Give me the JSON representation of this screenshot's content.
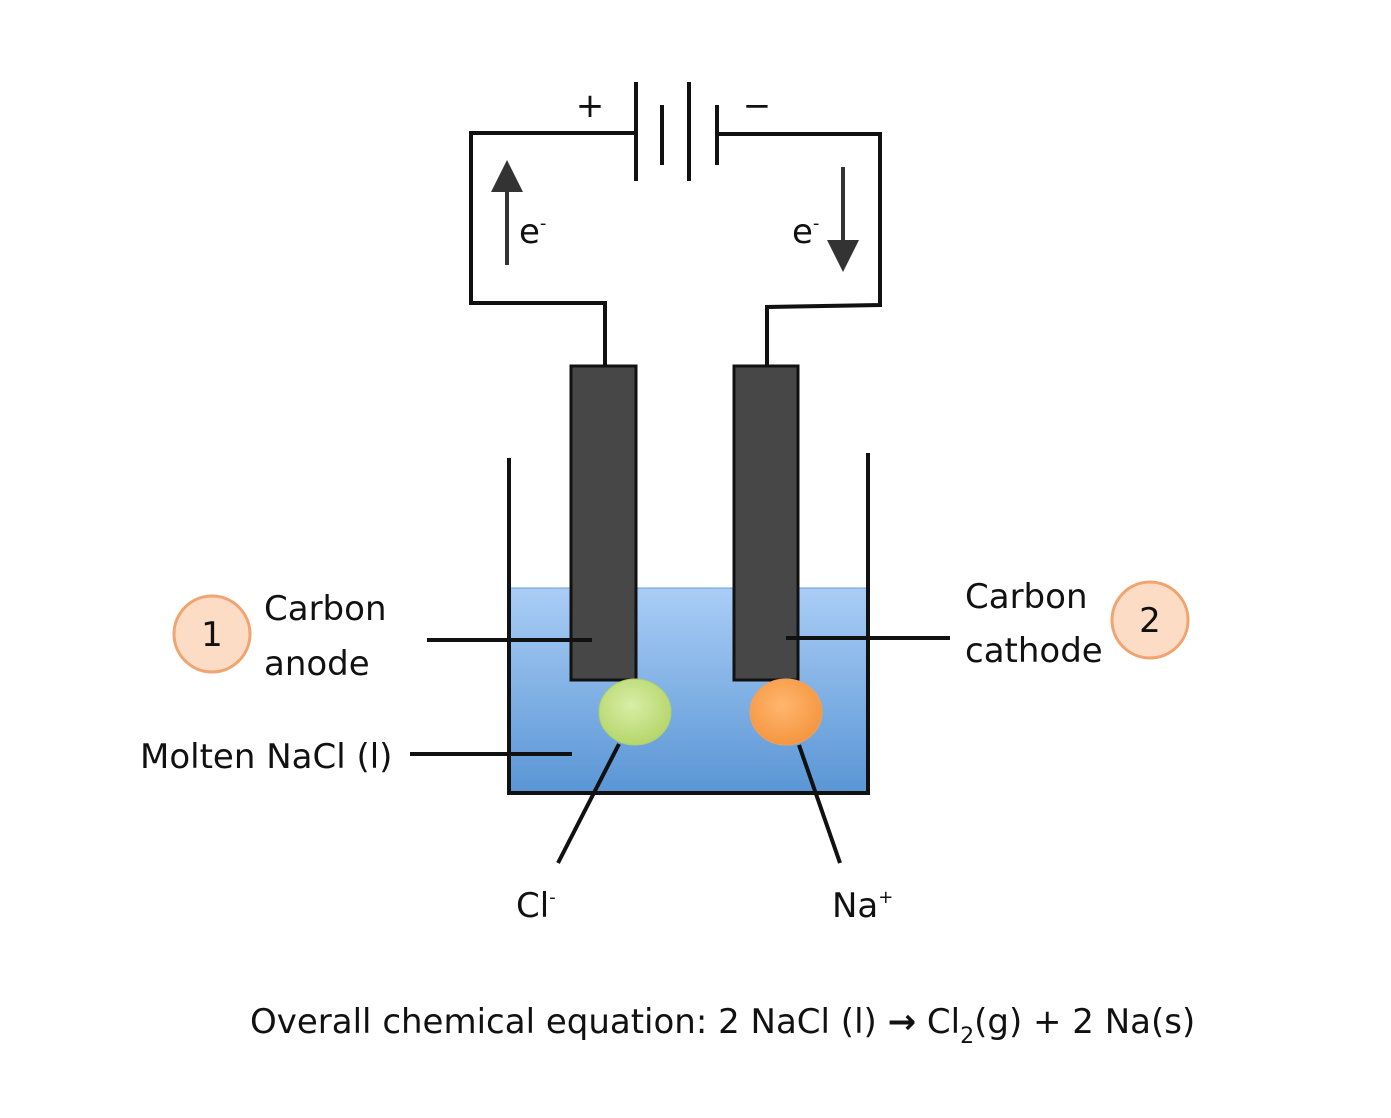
{
  "battery": {
    "positive": "+",
    "negative": "−"
  },
  "electron_left": {
    "base": "e",
    "sup": "-"
  },
  "electron_right": {
    "base": "e",
    "sup": "-"
  },
  "anode": {
    "number": "1",
    "line1": "Carbon",
    "line2": "anode"
  },
  "cathode": {
    "number": "2",
    "line1": "Carbon",
    "line2": "cathode"
  },
  "electrolyte_label": "Molten NaCl (l)",
  "chloride_ion": {
    "base": "Cl",
    "sup": "-"
  },
  "sodium_ion": {
    "base": "Na",
    "sup": "+"
  },
  "equation": {
    "prefix": "Overall chemical equation: 2 NaCl (l) ",
    "arrow": "→",
    "cl": " Cl",
    "sub": "2",
    "rest": "(g) + 2 Na(s)"
  },
  "colors": {
    "electrode": "#474747",
    "liquid_top": "#aacdf6",
    "liquid_bottom": "#5a96d5",
    "chloride": "#c8e38a",
    "sodium": "#f9a65a",
    "badge_fill": "#fcdcc4",
    "badge_stroke": "#f1a46f"
  }
}
